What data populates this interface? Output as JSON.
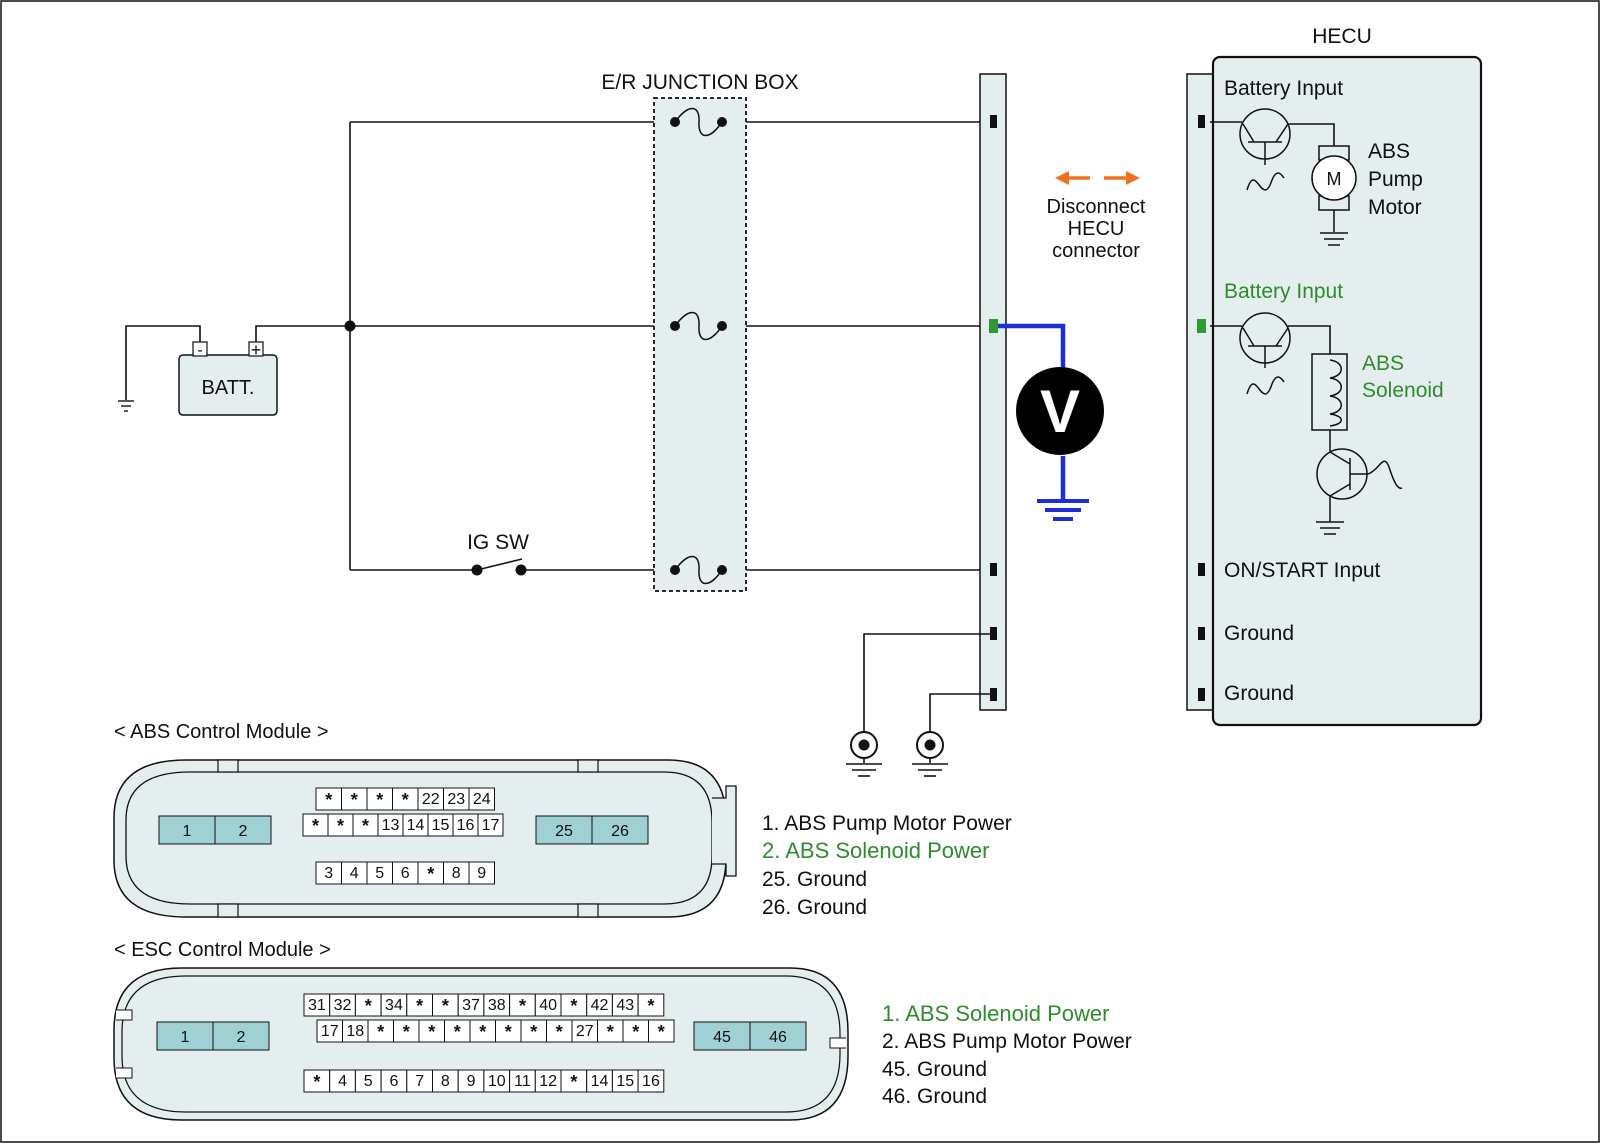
{
  "junction_box": {
    "title": "E/R JUNCTION BOX"
  },
  "battery": {
    "label": "BATT.",
    "minus": "-",
    "plus": "+"
  },
  "ignition": {
    "label": "IG SW"
  },
  "voltmeter": {
    "symbol": "V"
  },
  "instruction": {
    "line1": "Disconnect",
    "line2": "HECU",
    "line3": "connector"
  },
  "hecu": {
    "title": "HECU",
    "battery_input_1": "Battery Input",
    "motor_symbol": "M",
    "pump_motor_l1": "ABS",
    "pump_motor_l2": "Pump",
    "pump_motor_l3": "Motor",
    "battery_input_2": "Battery Input",
    "solenoid_l1": "ABS",
    "solenoid_l2": "Solenoid",
    "on_start_input": "ON/START Input",
    "ground_1": "Ground",
    "ground_2": "Ground"
  },
  "abs_module": {
    "title": "< ABS Control Module >",
    "big_left": [
      "1",
      "2"
    ],
    "big_right": [
      "25",
      "26"
    ],
    "row1": [
      "*",
      "*",
      "*",
      "*",
      "22",
      "23",
      "24"
    ],
    "row2": [
      "*",
      "*",
      "*",
      "13",
      "14",
      "15",
      "16",
      "17"
    ],
    "row3": [
      "3",
      "4",
      "5",
      "6",
      "*",
      "8",
      "9"
    ],
    "legend": [
      "1. ABS Pump Motor Power",
      "2. ABS Solenoid Power",
      "25. Ground",
      "26. Ground"
    ]
  },
  "esc_module": {
    "title": "< ESC Control Module >",
    "big_left": [
      "1",
      "2"
    ],
    "big_right": [
      "45",
      "46"
    ],
    "row1": [
      "31",
      "32",
      "*",
      "34",
      "*",
      "*",
      "37",
      "38",
      "*",
      "40",
      "*",
      "42",
      "43",
      "*"
    ],
    "row2": [
      "17",
      "18",
      "*",
      "*",
      "*",
      "*",
      "*",
      "*",
      "*",
      "*",
      "27",
      "*",
      "*",
      "*"
    ],
    "row3": [
      "*",
      "4",
      "5",
      "6",
      "7",
      "8",
      "9",
      "10",
      "11",
      "12",
      "*",
      "14",
      "15",
      "16"
    ],
    "legend": [
      "1. ABS Solenoid Power",
      "2. ABS Pump Motor Power",
      "45. Ground",
      "46. Ground"
    ]
  },
  "colors": {
    "measured_wire": "#1c2fd6",
    "arrow": "#f07020",
    "highlight_pin": "#2e9b2e",
    "highlight_text": "#2e8b2e",
    "panel_fill": "#e5eeee",
    "pin_cell_fill": "#9fd0d4"
  }
}
